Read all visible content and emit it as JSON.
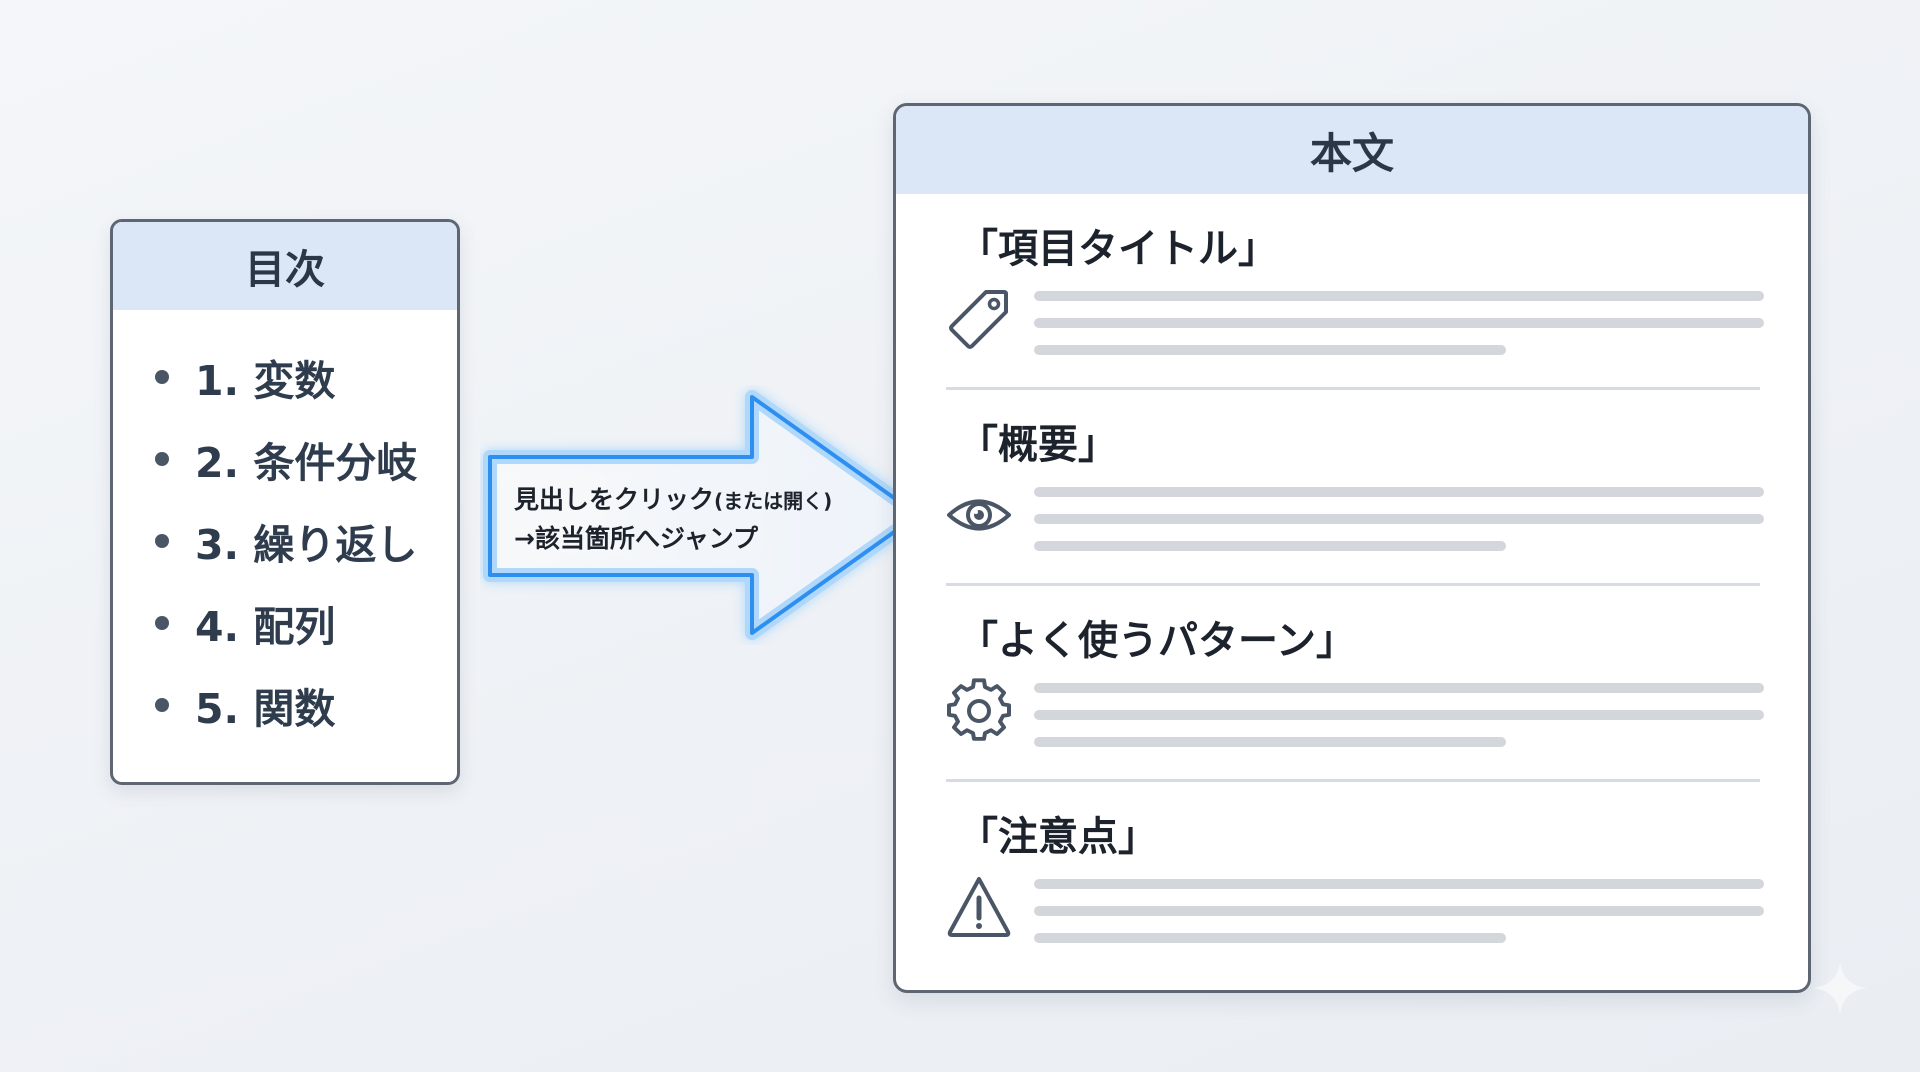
{
  "toc": {
    "title": "目次",
    "items": [
      {
        "label": "1. 変数"
      },
      {
        "label": "2. 条件分岐"
      },
      {
        "label": "3. 繰り返し"
      },
      {
        "label": "4. 配列"
      },
      {
        "label": "5. 関数"
      }
    ]
  },
  "arrow": {
    "line1_main": "見出しをクリック",
    "line1_small": "(または開く)",
    "line2": "→該当箇所へジャンプ",
    "glow_color": "#4aa8ff"
  },
  "body": {
    "title": "本文",
    "sections": [
      {
        "title": "「項目タイトル」",
        "icon": "tag-icon"
      },
      {
        "title": "「概要」",
        "icon": "eye-icon"
      },
      {
        "title": "「よく使うパターン」",
        "icon": "gear-icon"
      },
      {
        "title": "「注意点」",
        "icon": "warning-icon"
      }
    ]
  },
  "colors": {
    "header_background": "#dbe6f7",
    "panel_border": "#5d6672",
    "placeholder_line": "#d3d6db"
  }
}
